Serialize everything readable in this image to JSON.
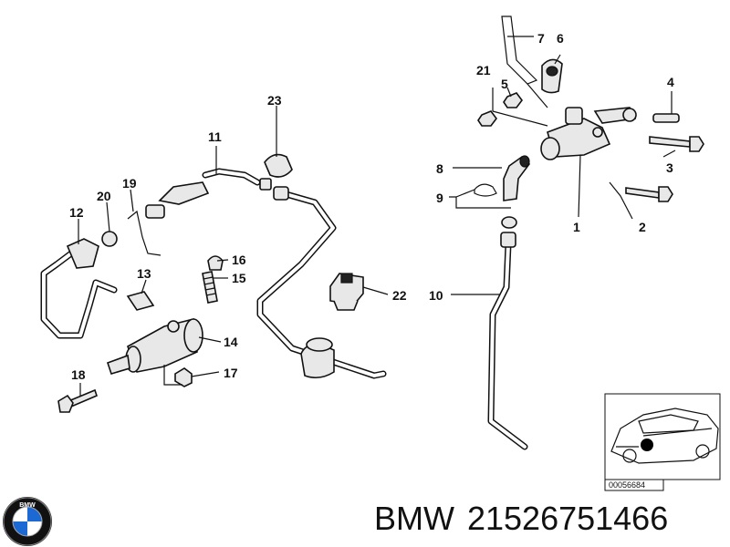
{
  "diagram": {
    "part_labels": {
      "p1": "1",
      "p2": "2",
      "p3": "3",
      "p4": "4",
      "p5": "5",
      "p6": "6",
      "p7": "7",
      "p8": "8",
      "p9": "9",
      "p10": "10",
      "p11": "11",
      "p12": "12",
      "p13": "13",
      "p14": "14",
      "p15": "15",
      "p16": "16",
      "p17": "17",
      "p18": "18",
      "p19": "19",
      "p20": "20",
      "p21": "21",
      "p22": "22",
      "p23": "23"
    },
    "inset_code": "00056684"
  },
  "footer": {
    "brand": "BMW",
    "part_number": "21526751466"
  },
  "logo": {
    "text": "BMW",
    "colors": {
      "blue": "#1c69d4",
      "white": "#ffffff",
      "ring": "#111111"
    }
  }
}
